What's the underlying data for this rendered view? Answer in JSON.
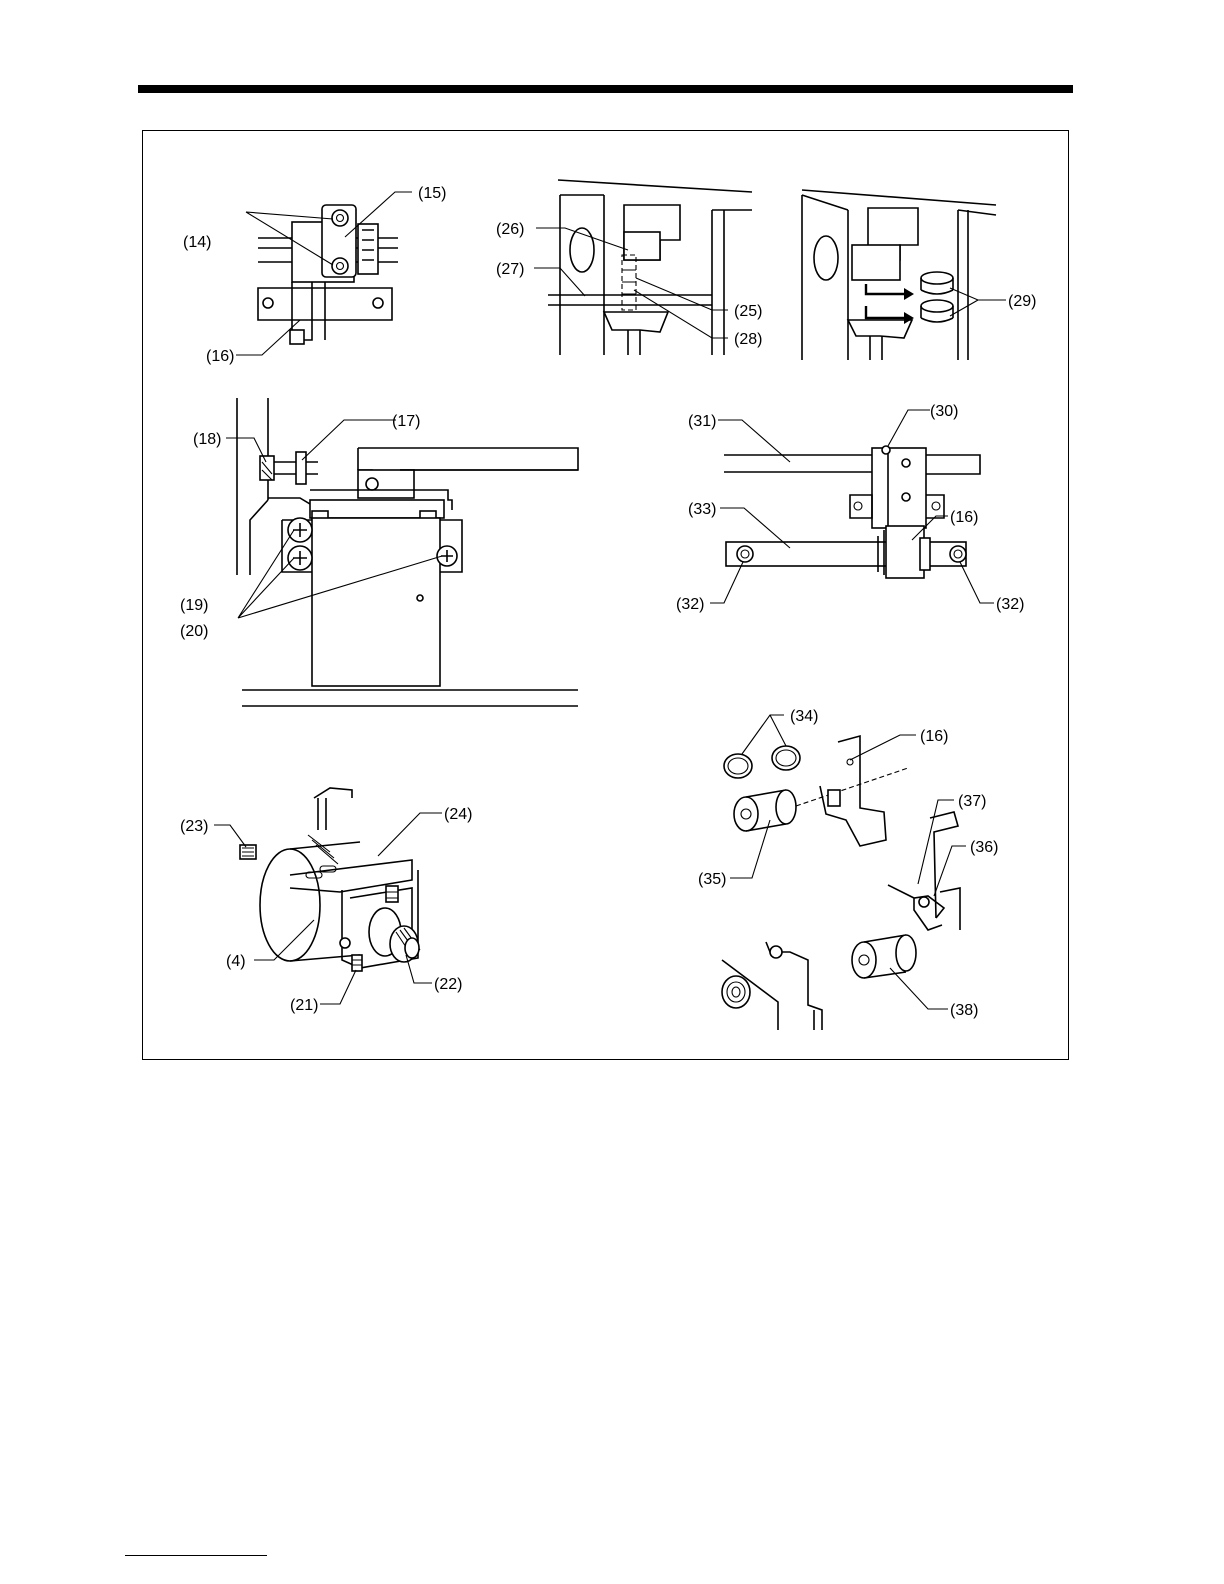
{
  "labels": {
    "l14": "(14)",
    "l15": "(15)",
    "l16a": "(16)",
    "l26": "(26)",
    "l27": "(27)",
    "l25": "(25)",
    "l28": "(28)",
    "l29": "(29)",
    "l18": "(18)",
    "l17": "(17)",
    "l19": "(19)",
    "l20": "(20)",
    "l31": "(31)",
    "l30": "(30)",
    "l33": "(33)",
    "l16b": "(16)",
    "l32a": "(32)",
    "l32b": "(32)",
    "l23": "(23)",
    "l24": "(24)",
    "l4": "(4)",
    "l21": "(21)",
    "l22": "(22)",
    "l34": "(34)",
    "l16c": "(16)",
    "l37": "(37)",
    "l36": "(36)",
    "l35": "(35)",
    "l38": "(38)"
  }
}
